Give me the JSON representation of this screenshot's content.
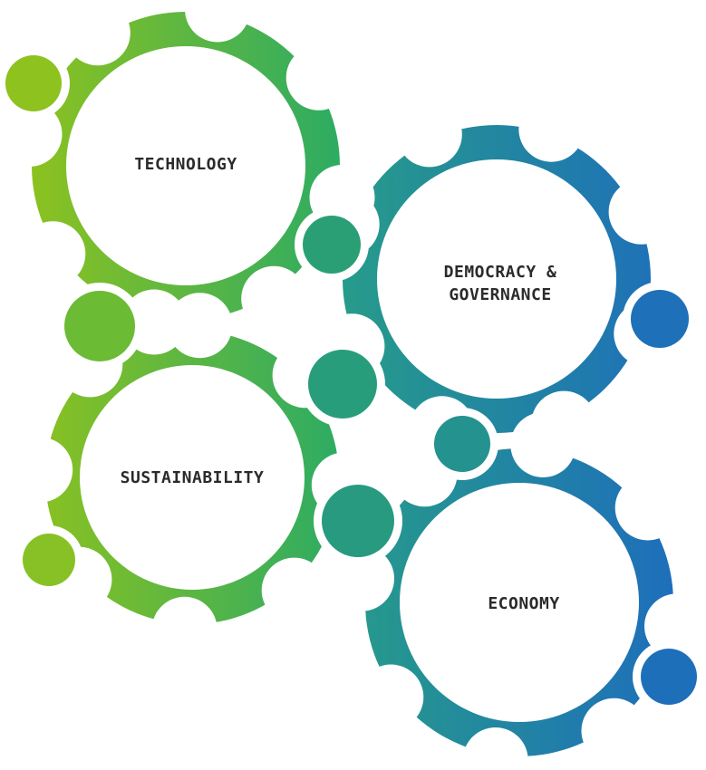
{
  "gears": [
    {
      "id": "technology",
      "lines": [
        "TECHNOLOGY"
      ]
    },
    {
      "id": "democracy-governance",
      "lines": [
        "DEMOCRACY &",
        "GOVERNANCE"
      ]
    },
    {
      "id": "sustainability",
      "lines": [
        "SUSTAINABILITY"
      ]
    },
    {
      "id": "economy",
      "lines": [
        "ECONOMY"
      ]
    }
  ],
  "colors": {
    "green_light": "#8dc21f",
    "green": "#2cab64",
    "teal": "#269b8a",
    "blue": "#1e6fba",
    "label": "#2b2b2b",
    "center": "#ffffff"
  }
}
